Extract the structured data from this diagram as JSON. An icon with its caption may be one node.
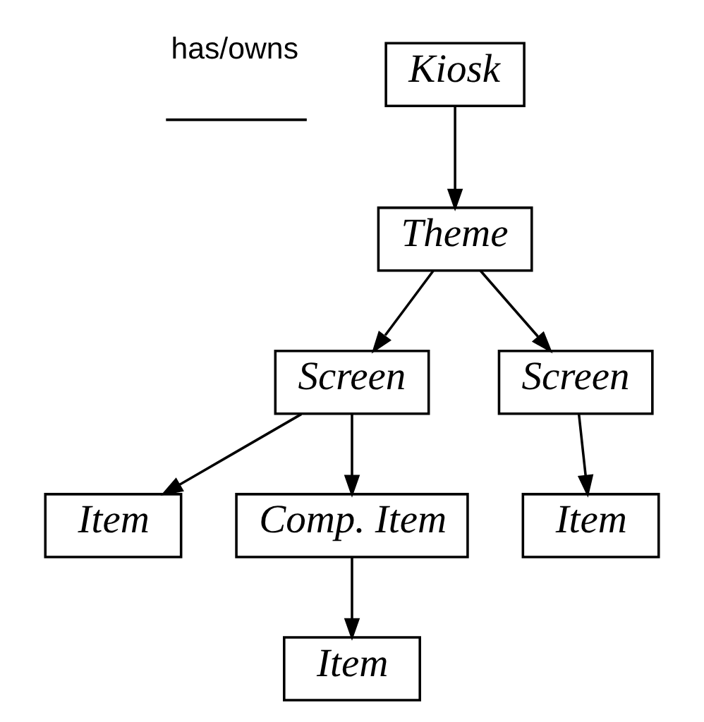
{
  "diagram": {
    "nodes": [
      {
        "text": [
          "Kiosk"
        ]
      },
      {
        "text": [
          "Theme"
        ]
      },
      {
        "text": [
          "Screen"
        ]
      },
      {
        "text": [
          "Screen"
        ]
      },
      {
        "text": [
          "Item"
        ]
      },
      {
        "text": [
          "Comp. Item"
        ]
      },
      {
        "text": [
          "Item"
        ]
      },
      {
        "text": [
          "Item"
        ]
      }
    ],
    "edges": [
      {
        "from": 0,
        "to": 1,
        "arrow": "to"
      },
      {
        "from": 1,
        "to": 2,
        "arrow": "to"
      },
      {
        "from": 1,
        "to": 3,
        "arrow": "to"
      },
      {
        "from": 2,
        "to": 4,
        "arrow": "to"
      },
      {
        "from": 2,
        "to": 5,
        "arrow": "to"
      },
      {
        "from": 3,
        "to": 6,
        "arrow": "to"
      },
      {
        "from": 5,
        "to": 7,
        "arrow": "to"
      }
    ],
    "legend": [
      {
        "text": "has/owns"
      }
    ]
  }
}
